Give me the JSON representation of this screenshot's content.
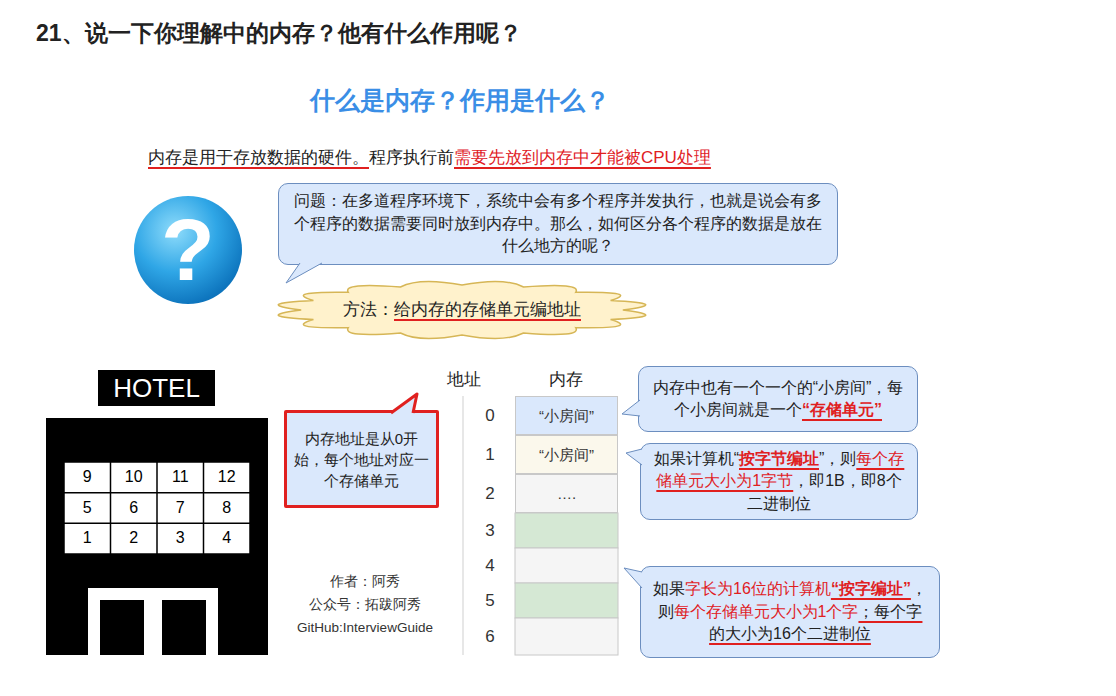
{
  "diagram": {
    "title": "21、说一下你理解中的内存？他有什么作用呢？",
    "nodes": [
      {
        "text": [
          "?"
        ]
      },
      {
        "text": [
          "问题：在多道程序环境下，系统中会有多个程序并发执行，也就是说会有多个程序的数据需要同时放到内存中。那么，如何区分各个程序的数据是放在什么地方的呢？"
        ]
      },
      {
        "text": [
          "方法：",
          "给内存的存储单元编地址"
        ]
      },
      {
        "text": [
          "HOTEL"
        ]
      },
      {
        "text": [
          "内存地址是从0开始，每个地址对应一个存储单元"
        ]
      },
      {
        "text": [
          "“小房间”"
        ]
      },
      {
        "text": [
          "“小房间”"
        ]
      },
      {
        "text": [
          "…."
        ]
      },
      {
        "text": [
          "内存中也有一个一个的“小房间”，每个小房间就是一个",
          "“存储单元”"
        ]
      },
      {
        "text": [
          "如果计算机“",
          "按字节编址",
          "”，则",
          "每个存储单元大小为1字节",
          "，即1B，即8个二进制位"
        ]
      },
      {
        "text": [
          "如果",
          "字长为16位的计算机",
          "“按字编址”",
          "，则",
          "每个存储单元大小为1个字",
          "；每个字的大小为16个二进制位"
        ]
      }
    ],
    "labels": [
      "什么是内存？作用是什么？",
      "内存是用于存放数据的硬件。",
      "程序执行前",
      "需要先放到内存中才能被CPU处理",
      "9",
      "10",
      "11",
      "12",
      "5",
      "6",
      "7",
      "8",
      "1",
      "2",
      "3",
      "4",
      "作者：阿秀",
      "公众号：拓跋阿秀",
      "GitHub:InterviewGuide",
      "地址",
      "内存",
      "0",
      "1",
      "2",
      "3",
      "4",
      "5",
      "6"
    ]
  }
}
